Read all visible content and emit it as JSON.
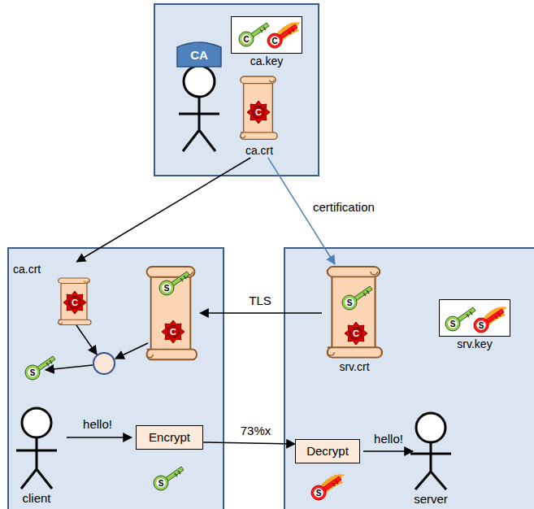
{
  "diagram": {
    "nodes": [
      {
        "text": [
          "ca.key"
        ]
      },
      {
        "text": [
          "ca.crt"
        ]
      },
      {
        "text": [
          "ca.crt"
        ]
      },
      {
        "text": [
          "Encrypt"
        ]
      },
      {
        "text": [
          "srv.crt"
        ]
      },
      {
        "text": [
          "srv.key"
        ]
      },
      {
        "text": [
          "Decrypt"
        ]
      }
    ],
    "edges": [
      {
        "from": 1,
        "to": 2,
        "arrow": "to"
      },
      {
        "from": 1,
        "to": 4,
        "label": "certification",
        "arrow": "to"
      },
      {
        "from": 3,
        "to": 6,
        "label": "73%x",
        "arrow": "to"
      }
    ],
    "labels": [
      "CA",
      "C",
      "C",
      "C",
      "C",
      "S",
      "C",
      "TLS",
      "S",
      "C",
      "S",
      "S",
      "S",
      "hello!",
      "S",
      "hello!",
      "S",
      "client",
      "server"
    ]
  }
}
